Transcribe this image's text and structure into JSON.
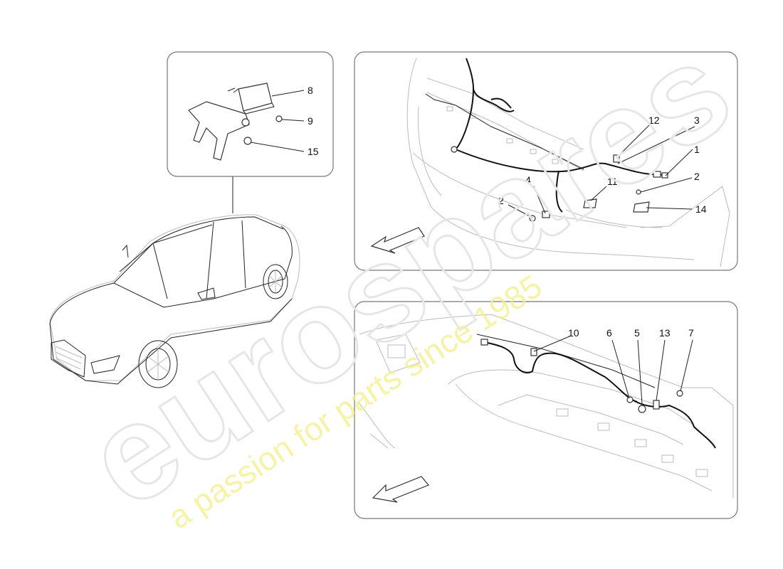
{
  "watermark": {
    "brand": "eurospares",
    "tagline": "a passion for parts since 1985"
  },
  "callouts": {
    "sensor_panel": [
      "8",
      "9",
      "15"
    ],
    "front_panel": [
      "12",
      "3",
      "1",
      "2",
      "4",
      "2",
      "11",
      "14"
    ],
    "rear_panel": [
      "10",
      "6",
      "5",
      "13",
      "7"
    ]
  },
  "colors": {
    "line": "#222222",
    "ghost_line": "#bbbbbb",
    "watermark_outline": "#e6e6e6",
    "watermark_tagline": "#f3f08c",
    "frame": "#777777"
  }
}
